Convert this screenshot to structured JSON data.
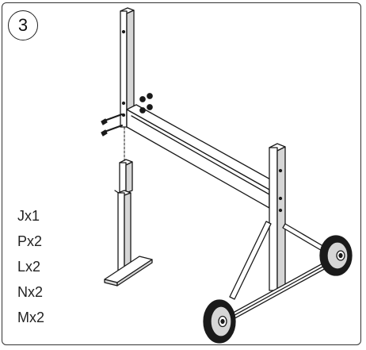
{
  "step": {
    "number": "3"
  },
  "parts": [
    {
      "label": "Jx1"
    },
    {
      "label": "Px2"
    },
    {
      "label": "Lx2"
    },
    {
      "label": "Nx2"
    },
    {
      "label": "Mx2"
    }
  ],
  "colors": {
    "line": "#1a1a1a",
    "shade": "#d6d6d6",
    "frame": "#333333"
  }
}
